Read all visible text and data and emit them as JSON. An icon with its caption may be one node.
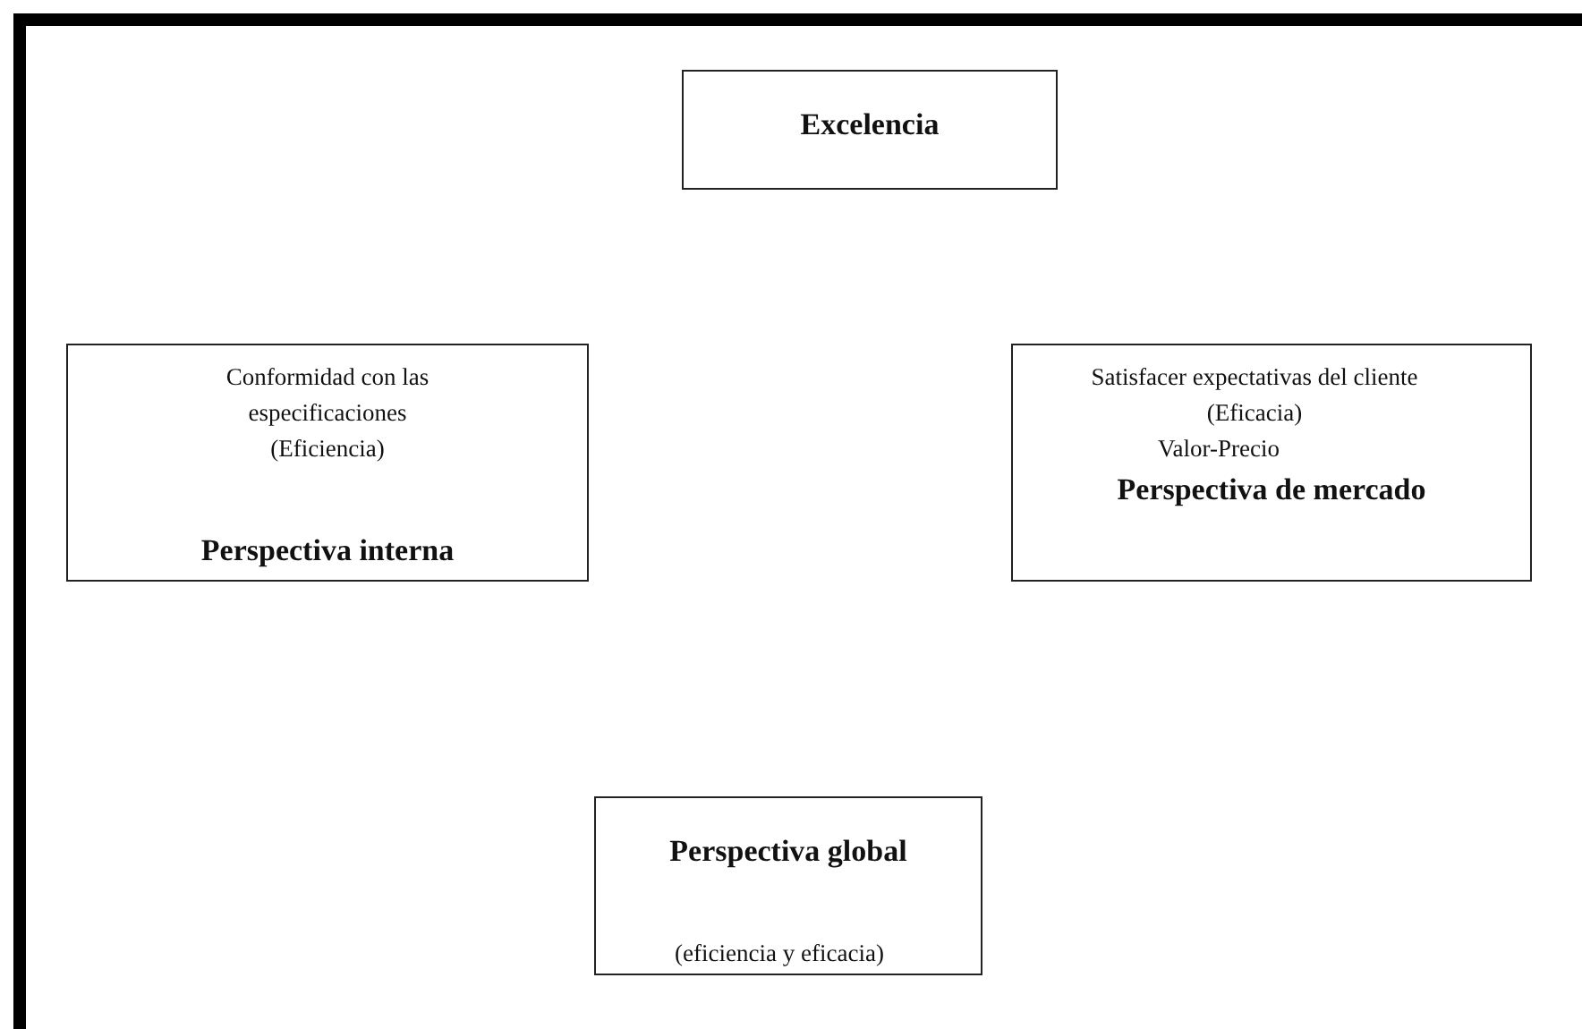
{
  "diagram": {
    "nodes": [
      {
        "text": [
          "Excelencia"
        ]
      },
      {
        "text": [
          "Conformidad con las especificaciones (Eficiencia)",
          "Perspectiva interna"
        ]
      },
      {
        "text": [
          "Satisfacer expectativas del cliente (Eficacia)",
          "Valor-Precio",
          "Perspectiva de mercado"
        ]
      },
      {
        "text": [
          "Perspectiva global",
          "(eficiencia y eficacia)"
        ]
      }
    ]
  }
}
